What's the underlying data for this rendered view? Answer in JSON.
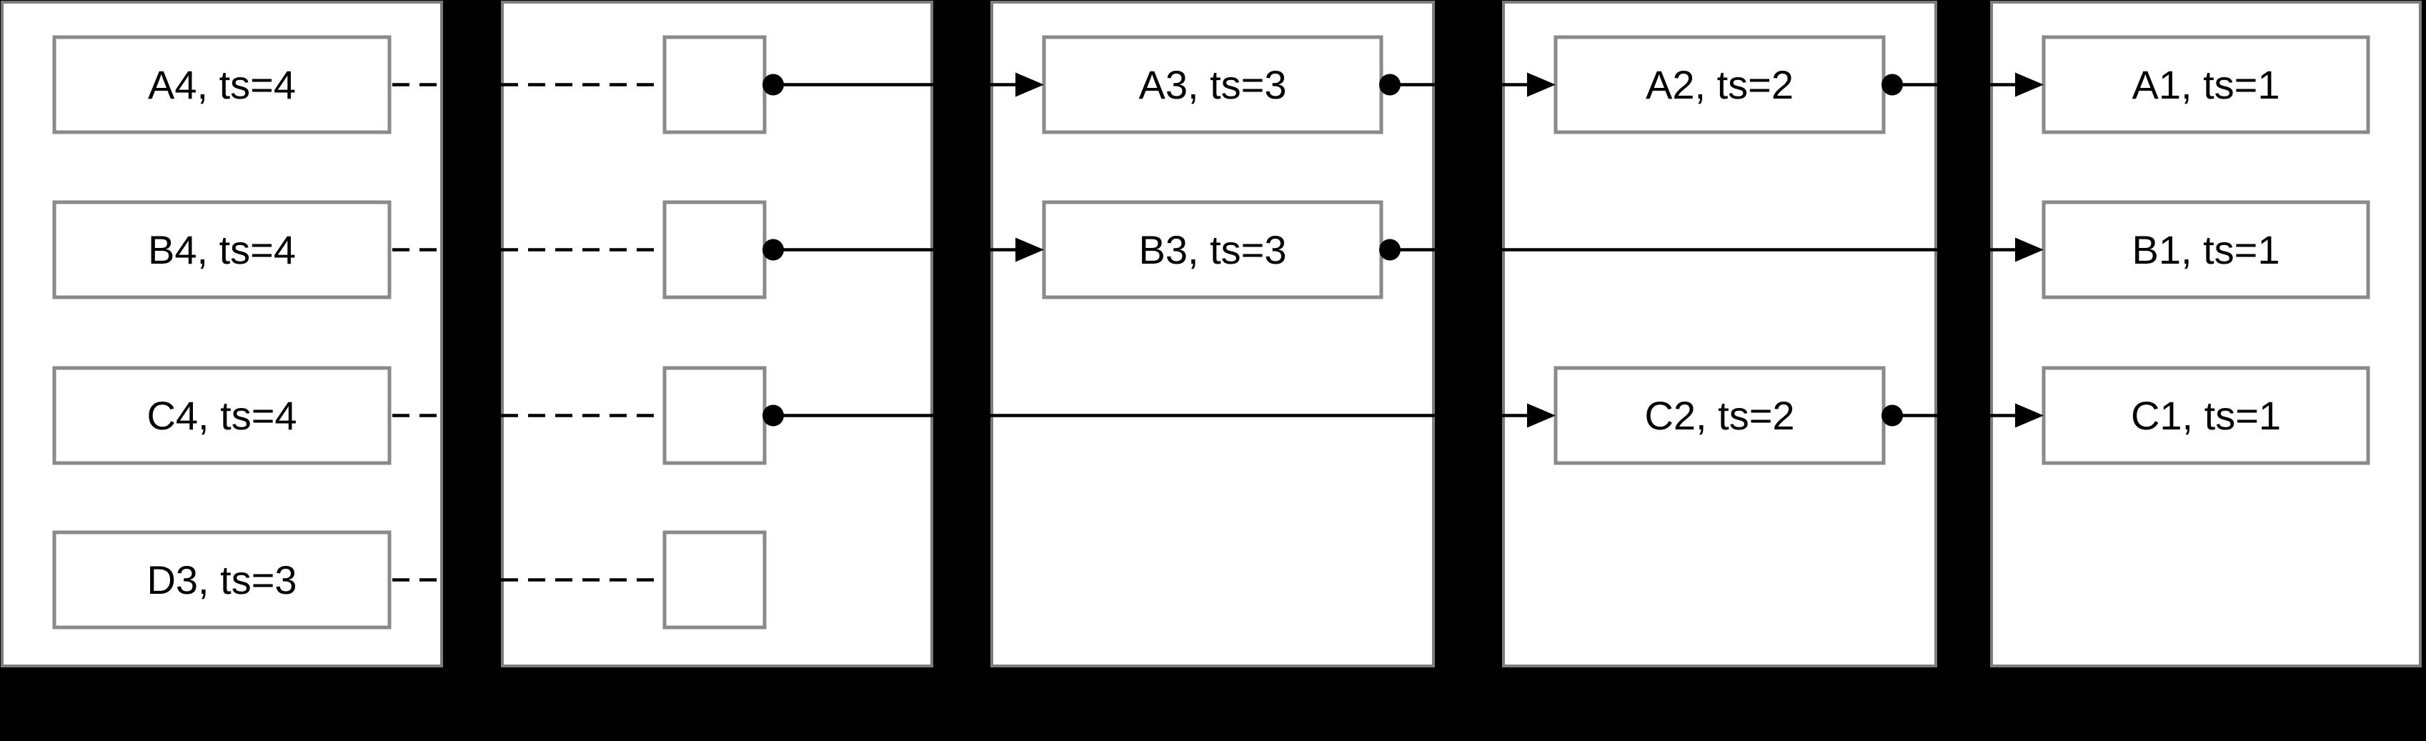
{
  "diagram": {
    "colors": {
      "background": "#000000",
      "panel_fill": "#ffffff",
      "panel_border": "#7d7d7d",
      "box_border": "#8a8a8a",
      "connector": "#000000",
      "text": "#000000"
    },
    "rows": [
      "A",
      "B",
      "C",
      "D"
    ],
    "panels": [
      {
        "id": "panel-1",
        "boxes": [
          {
            "id": "A4",
            "row": "A",
            "label": "A4, ts=4"
          },
          {
            "id": "B4",
            "row": "B",
            "label": "B4, ts=4"
          },
          {
            "id": "C4",
            "row": "C",
            "label": "C4, ts=4"
          },
          {
            "id": "D3",
            "row": "D",
            "label": "D3, ts=3"
          }
        ]
      },
      {
        "id": "panel-2",
        "squares": [
          {
            "id": "ptr-A",
            "row": "A"
          },
          {
            "id": "ptr-B",
            "row": "B"
          },
          {
            "id": "ptr-C",
            "row": "C"
          },
          {
            "id": "ptr-D",
            "row": "D"
          }
        ]
      },
      {
        "id": "panel-3",
        "boxes": [
          {
            "id": "A3",
            "row": "A",
            "label": "A3, ts=3"
          },
          {
            "id": "B3",
            "row": "B",
            "label": "B3, ts=3"
          }
        ]
      },
      {
        "id": "panel-4",
        "boxes": [
          {
            "id": "A2",
            "row": "A",
            "label": "A2, ts=2"
          },
          {
            "id": "C2",
            "row": "C",
            "label": "C2, ts=2"
          }
        ]
      },
      {
        "id": "panel-5",
        "boxes": [
          {
            "id": "A1",
            "row": "A",
            "label": "A1, ts=1"
          },
          {
            "id": "B1",
            "row": "B",
            "label": "B1, ts=1"
          },
          {
            "id": "C1",
            "row": "C",
            "label": "C1, ts=1"
          }
        ]
      }
    ],
    "dashed_links": [
      {
        "from": "A4",
        "to": "ptr-A"
      },
      {
        "from": "B4",
        "to": "ptr-B"
      },
      {
        "from": "C4",
        "to": "ptr-C"
      },
      {
        "from": "D3",
        "to": "ptr-D"
      }
    ],
    "solid_links": [
      {
        "from": "ptr-A",
        "to": "A3"
      },
      {
        "from": "ptr-B",
        "to": "B3"
      },
      {
        "from": "ptr-C",
        "to": "C2"
      },
      {
        "from": "A3",
        "to": "A2"
      },
      {
        "from": "B3",
        "to": "B1"
      },
      {
        "from": "A2",
        "to": "A1"
      },
      {
        "from": "C2",
        "to": "C1"
      }
    ]
  }
}
